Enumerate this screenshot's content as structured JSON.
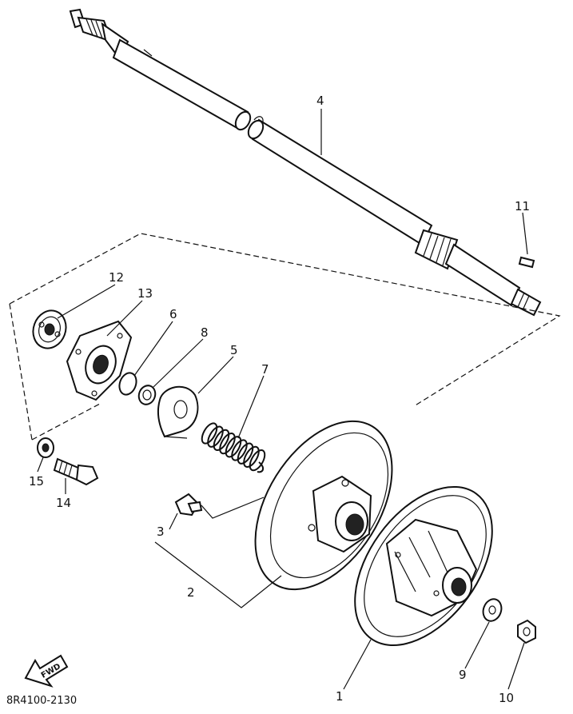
{
  "diagram": {
    "part_code": "8R4100-2130",
    "fwd_label": "FWD",
    "callouts": {
      "c1": "1",
      "c2": "2",
      "c3": "3",
      "c4": "4",
      "c5": "5",
      "c6": "6",
      "c7": "7",
      "c8": "8",
      "c9": "9",
      "c10": "10",
      "c11": "11",
      "c12": "12",
      "c13": "13",
      "c14": "14",
      "c15": "15"
    }
  }
}
